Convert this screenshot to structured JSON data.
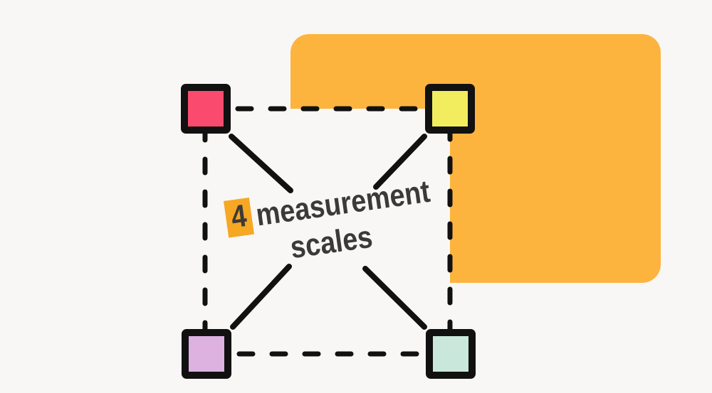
{
  "title": {
    "number": "4",
    "line1": "measurement",
    "line2": "scales"
  },
  "colors": {
    "background": "#F8F7F5",
    "panel_orange": "#FCB43E",
    "highlight_orange": "#F6A723",
    "outline_black": "#111111",
    "text_dark": "#3B3A39",
    "node_pink": "#FA4B6E",
    "node_yellow": "#F2ED5F",
    "node_purple": "#DDB2E0",
    "node_mint": "#C9E7DA"
  },
  "nodes": [
    {
      "position": "top-left",
      "color": "#FA4B6E"
    },
    {
      "position": "top-right",
      "color": "#F2ED5F"
    },
    {
      "position": "bottom-left",
      "color": "#DDB2E0"
    },
    {
      "position": "bottom-right",
      "color": "#C9E7DA"
    }
  ]
}
